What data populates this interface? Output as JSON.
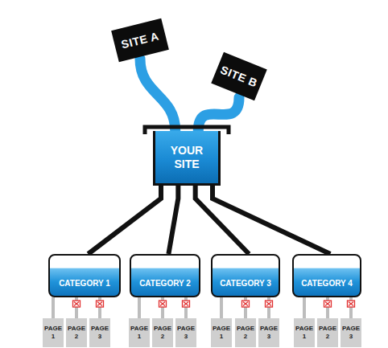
{
  "diagram": {
    "nodes": [
      {
        "text": [
          "SITE A"
        ]
      },
      {
        "text": [
          "SITE B"
        ]
      },
      {
        "text": [
          "YOUR SITE"
        ]
      },
      {
        "text": [
          "CATEGORY 1"
        ]
      },
      {
        "text": [
          "CATEGORY 2"
        ]
      },
      {
        "text": [
          "CATEGORY 3"
        ]
      },
      {
        "text": [
          "CATEGORY 4"
        ]
      },
      {
        "text": [
          "PAGE 1"
        ]
      },
      {
        "text": [
          "PAGE 2"
        ]
      },
      {
        "text": [
          "PAGE 3"
        ]
      },
      {
        "text": [
          "PAGE 1"
        ]
      },
      {
        "text": [
          "PAGE 2"
        ]
      },
      {
        "text": [
          "PAGE 3"
        ]
      },
      {
        "text": [
          "PAGE 1"
        ]
      },
      {
        "text": [
          "PAGE 2"
        ]
      },
      {
        "text": [
          "PAGE 3"
        ]
      },
      {
        "text": [
          "PAGE 1"
        ]
      },
      {
        "text": [
          "PAGE 2"
        ]
      },
      {
        "text": [
          "PAGE 3"
        ]
      }
    ],
    "edges": [
      {
        "from": 0,
        "to": 2,
        "arrow": "none"
      },
      {
        "from": 1,
        "to": 2,
        "arrow": "none"
      },
      {
        "from": 2,
        "to": 3,
        "arrow": "none"
      },
      {
        "from": 2,
        "to": 4,
        "arrow": "none"
      },
      {
        "from": 2,
        "to": 5,
        "arrow": "none"
      },
      {
        "from": 2,
        "to": 6,
        "arrow": "none"
      },
      {
        "from": 3,
        "to": 7,
        "arrow": "none"
      },
      {
        "from": 3,
        "to": 8,
        "arrow": "none"
      },
      {
        "from": 3,
        "to": 9,
        "arrow": "none"
      },
      {
        "from": 4,
        "to": 10,
        "arrow": "none"
      },
      {
        "from": 4,
        "to": 11,
        "arrow": "none"
      },
      {
        "from": 4,
        "to": 12,
        "arrow": "none"
      },
      {
        "from": 5,
        "to": 13,
        "arrow": "none"
      },
      {
        "from": 5,
        "to": 14,
        "arrow": "none"
      },
      {
        "from": 5,
        "to": 15,
        "arrow": "none"
      },
      {
        "from": 6,
        "to": 16,
        "arrow": "none"
      },
      {
        "from": 6,
        "to": 17,
        "arrow": "none"
      },
      {
        "from": 6,
        "to": 18,
        "arrow": "none"
      }
    ]
  }
}
